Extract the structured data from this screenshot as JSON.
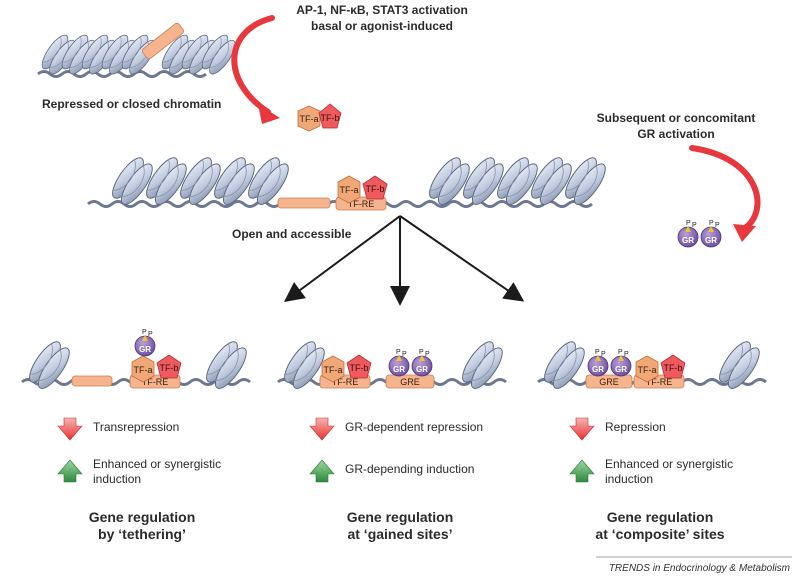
{
  "top": {
    "activation_line1": "AP-1, NF-κB, STAT3 activation",
    "activation_line2": "basal or agonist-induced",
    "repressed_label": "Repressed or closed chromatin",
    "open_label": "Open and accessible",
    "gr_activation_line1": "Subsequent or concomitant",
    "gr_activation_line2": "GR activation"
  },
  "factors": {
    "tf_a": "TF-a",
    "tf_b": "TF-b",
    "tf_re": "TF-RE",
    "gre": "GRE",
    "gr": "GR",
    "p": "P"
  },
  "panels": [
    {
      "down_label": "Transrepression",
      "up_label_line1": "Enhanced or synergistic",
      "up_label_line2": "induction",
      "title_line1": "Gene regulation",
      "title_line2": "by ‘tethering’"
    },
    {
      "down_label": "GR-dependent repression",
      "up_label_line1": "GR-depending induction",
      "up_label_line2": "",
      "title_line1": "Gene regulation",
      "title_line2": "at ‘gained sites’"
    },
    {
      "down_label": "Repression",
      "up_label_line1": "Enhanced or synergistic",
      "up_label_line2": "induction",
      "title_line1": "Gene regulation",
      "title_line2": "at ‘composite’ sites"
    }
  ],
  "caption": "TRENDS in Endocrinology & Metabolism",
  "colors": {
    "tf_a": "#f1a877",
    "tf_b": "#ef5a5e",
    "gr": "#9270b6",
    "tf_re": "#f6b48e",
    "arrow_red": "#e8383d",
    "arrow_green": "#3f9a4e",
    "nucleosome": "#c9d3e4"
  }
}
